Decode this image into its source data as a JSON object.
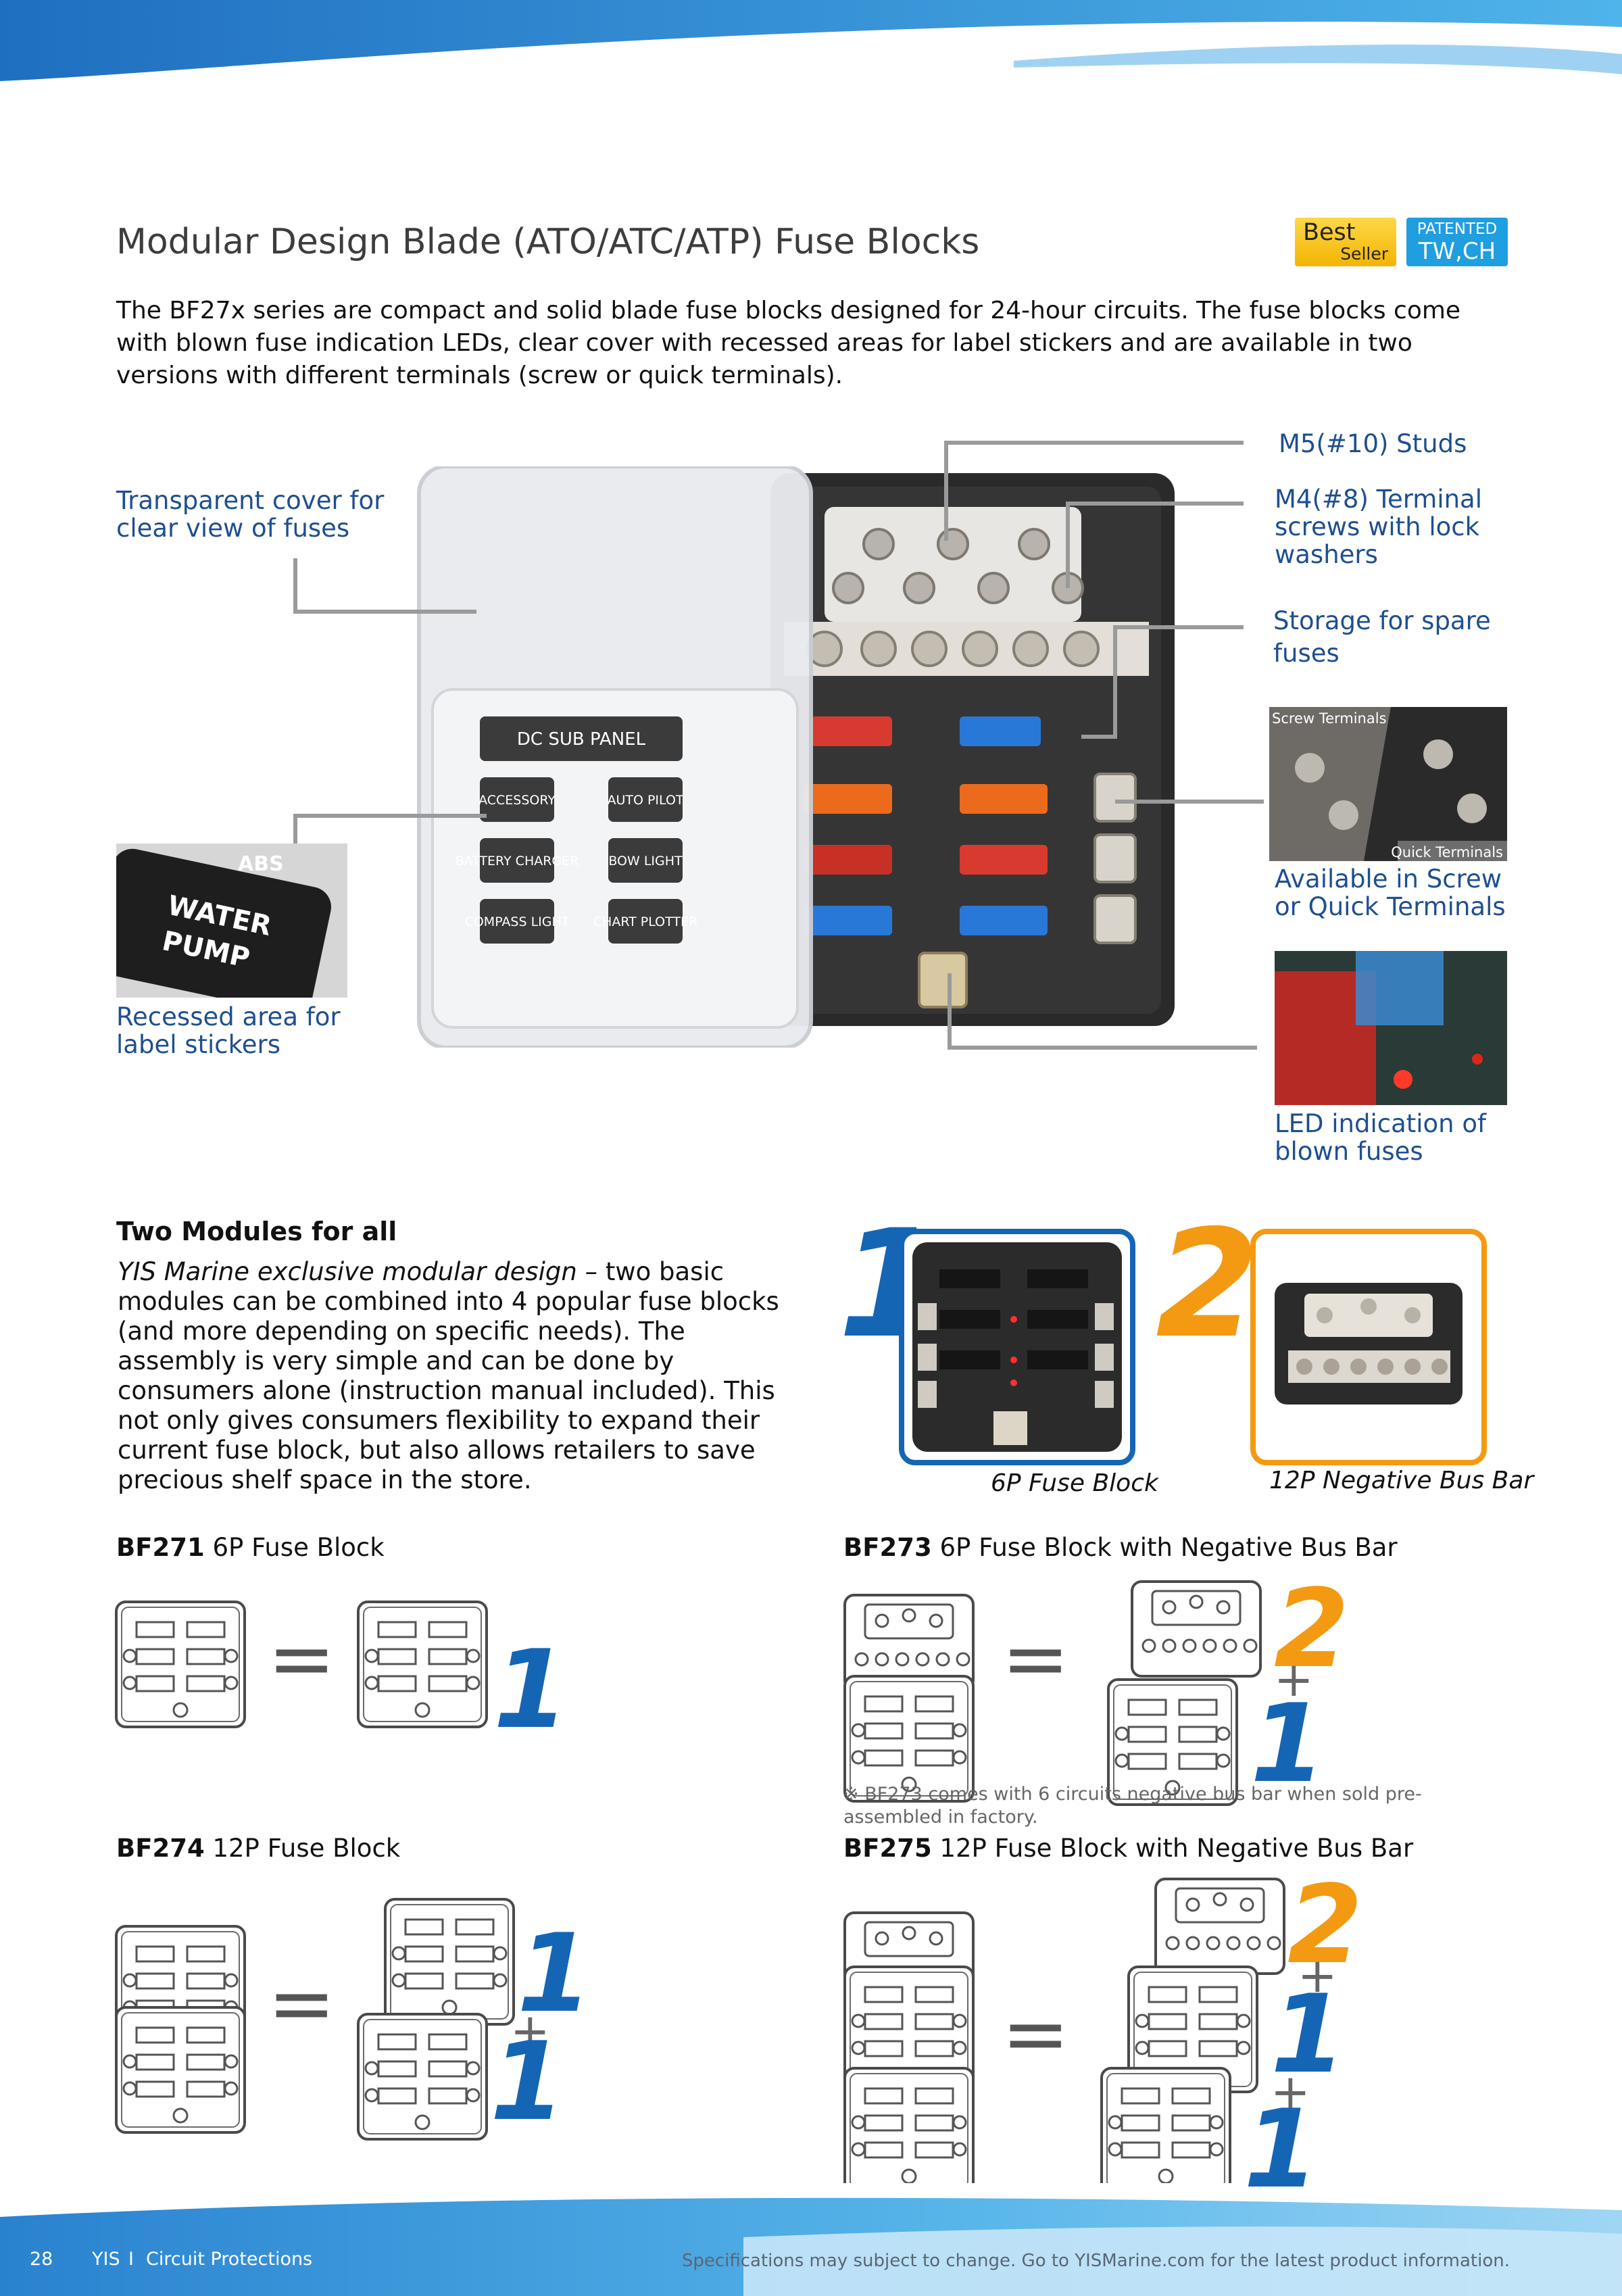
{
  "header": {
    "title": "Modular Design Blade (ATO/ATC/ATP) Fuse Blocks",
    "badge_best_line1": "Best",
    "badge_best_line2": "Seller",
    "badge_patent_line1": "PATENTED",
    "badge_patent_line2": "TW,CH"
  },
  "intro": "The BF27x series are compact and solid blade fuse blocks designed for 24-hour circuits. The fuse blocks come with blown fuse indication LEDs, clear cover with recessed areas for label stickers and are available in two versions with different terminals (screw or quick terminals).",
  "callouts": {
    "cover_l1": "Transparent cover for",
    "cover_l2": "clear view of fuses",
    "recessed_l1": "Recessed area for",
    "recessed_l2": "label stickers",
    "studs": "M5(#10) Studs",
    "terminal_l1": "M4(#8) Terminal",
    "terminal_l2": "screws with lock",
    "terminal_l3": "washers",
    "storage_l1": "Storage for spare",
    "storage_l2": "fuses",
    "available_l1": "Available in Screw",
    "available_l2": "or Quick Terminals",
    "led_l1": "LED indication of",
    "led_l2": "blown fuses"
  },
  "product_image": {
    "panel_title": "DC SUB PANEL",
    "labels": [
      "ACCESSORY",
      "AUTO PILOT",
      "BATTERY CHARGER",
      "BOW LIGHT",
      "COMPASS LIGHT",
      "CHART PLOTTER"
    ],
    "sticker_l1": "WATER",
    "sticker_l2": "PUMP",
    "sticker_top": "ABS",
    "terminal_photo_top": "Screw Terminals",
    "terminal_photo_bottom": "Quick Terminals"
  },
  "modules": {
    "heading": "Two Modules for all",
    "para_italic": "YIS Marine exclusive modular design",
    "para_rest": " – two basic modules can be combined into 4 popular fuse blocks (and more depending on specific needs). The assembly is very simple and can be done by consumers alone (instruction manual included). This not only gives consumers flexibility to expand their current fuse block, but also allows retailers to save precious shelf space in the store.",
    "num1": "1",
    "num2": "2",
    "caption1": "6P Fuse Block",
    "caption2": "12P Negative Bus Bar"
  },
  "models": [
    {
      "code": "BF271",
      "desc": " 6P Fuse Block"
    },
    {
      "code": "BF273",
      "desc": " 6P Fuse Block with Negative Bus Bar"
    },
    {
      "code": "BF274",
      "desc": " 12P Fuse Block"
    },
    {
      "code": "BF275",
      "desc": " 12P Fuse Block with Negative Bus Bar"
    }
  ],
  "symbols": {
    "equals": "=",
    "plus": "+",
    "one": "1",
    "two": "2"
  },
  "note": "※ BF273 comes with 6 circuits negative bus bar when sold pre-assembled in factory.",
  "footer": {
    "page": "28",
    "brand": "YIS",
    "sep": "I",
    "section": "Circuit Protections",
    "disclaimer": "Specifications may subject to change. Go to YISMarine.com for the latest product information."
  },
  "colors": {
    "accent_blue": "#1565b5",
    "accent_orange": "#f39a12",
    "callout_blue": "#1e4f8f"
  }
}
